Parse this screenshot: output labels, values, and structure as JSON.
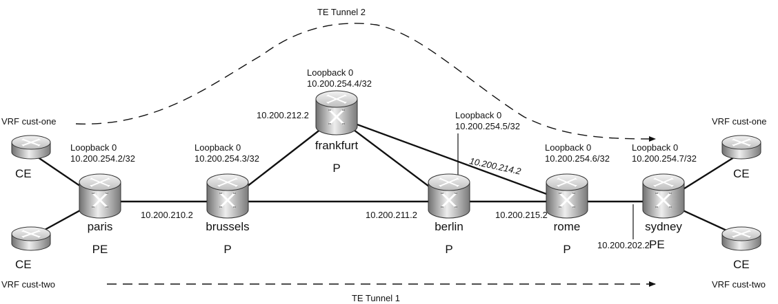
{
  "tunnels": {
    "tunnel2": "TE Tunnel 2",
    "tunnel1": "TE Tunnel 1"
  },
  "routers": {
    "paris": {
      "name": "paris",
      "role": "PE",
      "loopback": "Loopback 0",
      "address": "10.200.254.2/32"
    },
    "brussels": {
      "name": "brussels",
      "role": "P",
      "loopback": "Loopback 0",
      "address": "10.200.254.3/32"
    },
    "frankfurt": {
      "name": "frankfurt",
      "role": "P",
      "loopback": "Loopback 0",
      "address": "10.200.254.4/32"
    },
    "berlin": {
      "name": "berlin",
      "role": "P",
      "loopback": "Loopback 0",
      "address": "10.200.254.5/32"
    },
    "rome": {
      "name": "rome",
      "role": "P",
      "loopback": "Loopback 0",
      "address": "10.200.254.6/32"
    },
    "sydney": {
      "name": "sydney",
      "role": "PE",
      "loopback": "Loopback 0",
      "address": "10.200.254.7/32"
    }
  },
  "ce": {
    "paris_one": {
      "role": "CE",
      "vrf": "VRF cust-one"
    },
    "paris_two": {
      "role": "CE",
      "vrf": "VRF cust-two"
    },
    "sydney_one": {
      "role": "CE",
      "vrf": "VRF cust-one"
    },
    "sydney_two": {
      "role": "CE",
      "vrf": "VRF cust-two"
    }
  },
  "links": {
    "paris_brussels": "10.200.210.2",
    "brussels_frankfurt": "10.200.212.2",
    "brussels_berlin": "10.200.211.2",
    "frankfurt_rome": "10.200.214.2",
    "berlin_rome": "10.200.215.2",
    "rome_sydney": "10.200.202.2"
  },
  "colors": {
    "line": "#111111",
    "router_light": "#e6e6e6",
    "router_dark": "#7c7c7c"
  }
}
